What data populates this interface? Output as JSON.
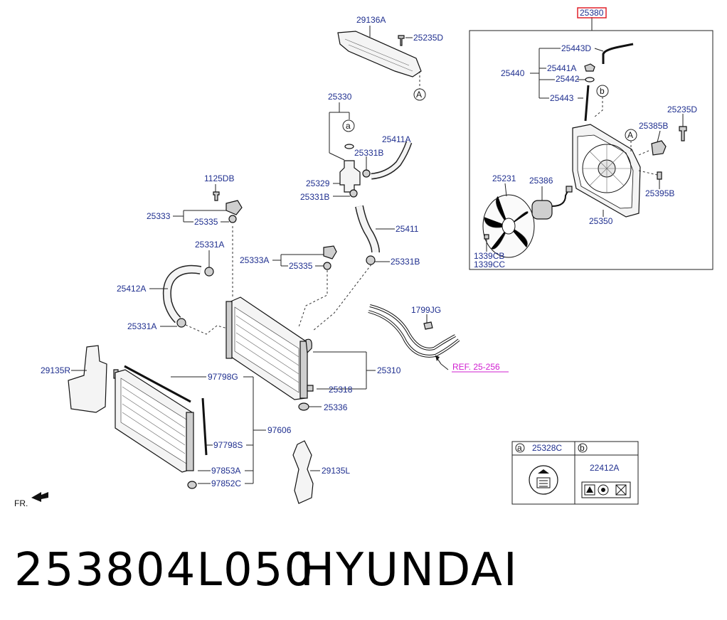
{
  "callouts": {
    "c29136A": "29136A",
    "c25235D_top": "25235D",
    "c25330": "25330",
    "c25411A": "25411A",
    "c25331B_1": "25331B",
    "c25329": "25329",
    "c25331B_2": "25331B",
    "c1125DB": "1125DB",
    "c25333": "25333",
    "c25335_1": "25335",
    "c25331A_1": "25331A",
    "c25333A": "25333A",
    "c25335_2": "25335",
    "c25411": "25411",
    "c25331B_3": "25331B",
    "c25412A": "25412A",
    "c25331A_2": "25331A",
    "c1799JG": "1799JG",
    "c29135R": "29135R",
    "c97798G": "97798G",
    "c25310": "25310",
    "c25318": "25318",
    "c25336": "25336",
    "c97606": "97606",
    "c97798S": "97798S",
    "c29135L": "29135L",
    "c97853A": "97853A",
    "c97852C": "97852C",
    "fr": "FR.",
    "ref": "REF. 25-256",
    "c25380": "25380",
    "c25443D": "25443D",
    "c25441A": "25441A",
    "c25440": "25440",
    "c25442": "25442",
    "c25443": "25443",
    "c25235D_box": "25235D",
    "c25385B": "25385B",
    "c25231": "25231",
    "c25386": "25386",
    "c25395B": "25395B",
    "c25350": "25350",
    "c1339CB": "1339CB",
    "c1339CC": "1339CC"
  },
  "markers": {
    "a": "a",
    "b": "b",
    "A": "A"
  },
  "legend": {
    "a_letter": "a",
    "a_code": "25328C",
    "b_letter": "b",
    "b_code": "22412A"
  },
  "footer": {
    "part_number": "253804L050",
    "brand": "HYUNDAI"
  },
  "colors": {
    "label": "#1f2f8f",
    "highlight_box": "#e0202a",
    "reference": "#d020d0"
  }
}
